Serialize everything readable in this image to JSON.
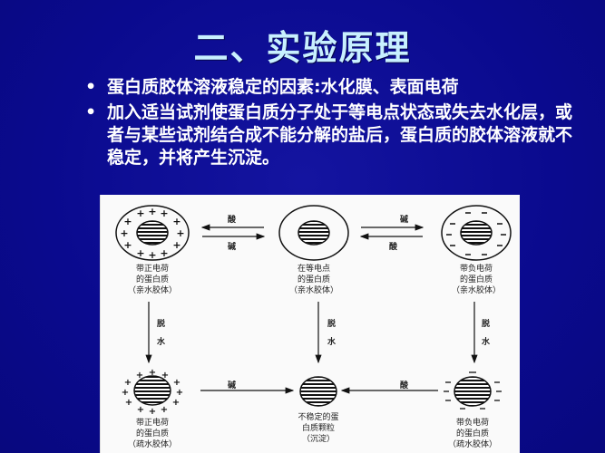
{
  "slide": {
    "title": "二、实验原理",
    "bullets": [
      {
        "marker": "•",
        "text": "蛋白质胶体溶液稳定的因素:水化膜、表面电荷"
      },
      {
        "marker": "•",
        "text": "加入适当试剂使蛋白质分子处于等电点状态或失去水化层，或者与某些试剂结合成不能分解的盐后，蛋白质的胶体溶液就不稳定，并将产生沉淀。"
      }
    ]
  },
  "diagram": {
    "nodes": {
      "top_left": {
        "line1": "带正电荷",
        "line2": "的蛋白质",
        "line3": "（亲水胶体）"
      },
      "top_center": {
        "line1": "在等电点",
        "line2": "的蛋白质",
        "line3": "（亲水胶体）"
      },
      "top_right": {
        "line1": "带负电荷",
        "line2": "的蛋白质",
        "line3": "（亲水胶体）"
      },
      "bottom_left": {
        "line1": "带正电荷",
        "line2": "的蛋白质",
        "line3": "（疏水胶体）"
      },
      "bottom_center": {
        "line1": "不稳定的蛋",
        "line2": "白质颗粒",
        "line3": "（沉淀）"
      },
      "bottom_right": {
        "line1": "带负电荷",
        "line2": "的蛋白质",
        "line3": "（疏水胶体）"
      }
    },
    "arrows": {
      "top_left_upper": "酸",
      "top_left_lower": "碱",
      "top_right_upper": "碱",
      "top_right_lower": "酸",
      "down_left_1": "脱",
      "down_left_2": "水",
      "down_center_1": "脱",
      "down_center_2": "水",
      "down_right_1": "脱",
      "down_right_2": "水",
      "bottom_left": "碱",
      "bottom_right": "酸"
    }
  }
}
